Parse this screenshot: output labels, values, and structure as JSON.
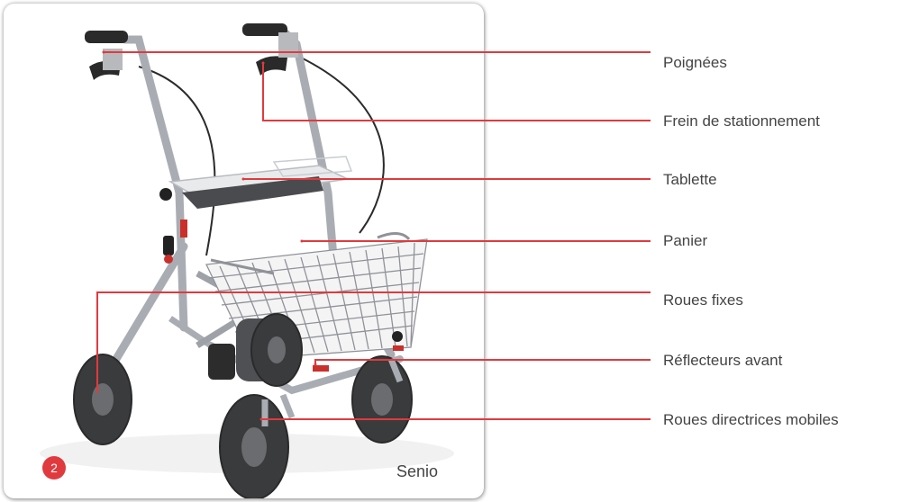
{
  "callouts": [
    {
      "id": "handles",
      "label": "Poignées"
    },
    {
      "id": "parking-brake",
      "label": "Frein de stationnement"
    },
    {
      "id": "tray",
      "label": "Tablette"
    },
    {
      "id": "basket",
      "label": "Panier"
    },
    {
      "id": "fixed-wheels",
      "label": "Roues fixes"
    },
    {
      "id": "front-reflectors",
      "label": "Réflecteurs avant"
    },
    {
      "id": "swivel-wheels",
      "label": "Roues directrices mobiles"
    }
  ],
  "figure": {
    "number": "2",
    "model_name": "Senio"
  },
  "colors": {
    "leader_line": "#e03a3e",
    "badge": "#e03a3e",
    "frame": "#a9adb3",
    "wheel": "#3a3b3d"
  }
}
